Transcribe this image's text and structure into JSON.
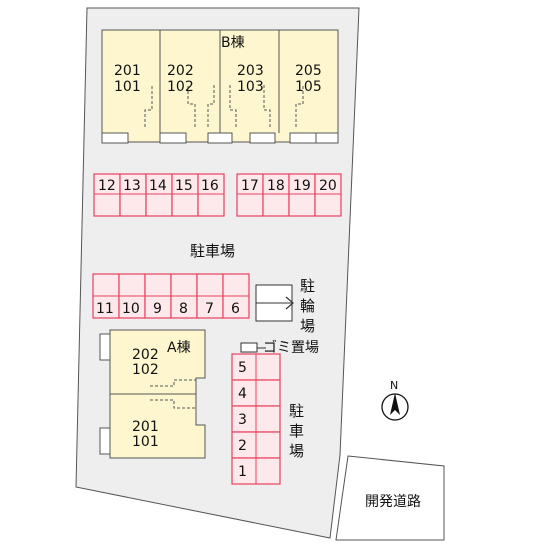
{
  "building_b": {
    "label": "B棟",
    "units": [
      {
        "upper": "201",
        "lower": "101"
      },
      {
        "upper": "202",
        "lower": "102"
      },
      {
        "upper": "203",
        "lower": "103"
      },
      {
        "upper": "205",
        "lower": "105"
      }
    ]
  },
  "building_a": {
    "label": "A棟",
    "units": [
      {
        "upper": "202",
        "lower": "102"
      },
      {
        "upper": "201",
        "lower": "101"
      }
    ]
  },
  "parking_top_row": [
    "12",
    "13",
    "14",
    "15",
    "16",
    "17",
    "18",
    "19",
    "20"
  ],
  "parking_middle_row": [
    "11",
    "10",
    "9",
    "8",
    "7",
    "6"
  ],
  "parking_right_column": [
    "5",
    "4",
    "3",
    "2",
    "1"
  ],
  "labels": {
    "parking_center": "駐車場",
    "bicycle_parking": [
      "駐",
      "輪",
      "場"
    ],
    "garbage": "ゴミ置場",
    "parking_side": [
      "駐",
      "車",
      "場"
    ],
    "road": "開発道路",
    "north": "N"
  },
  "colors": {
    "building_fill": "#fdf6cf",
    "parking_stroke": "#e8425e",
    "parking_fill": "#fde8ec",
    "site_fill": "#eeeeee",
    "road_fill": "#ffffff"
  }
}
